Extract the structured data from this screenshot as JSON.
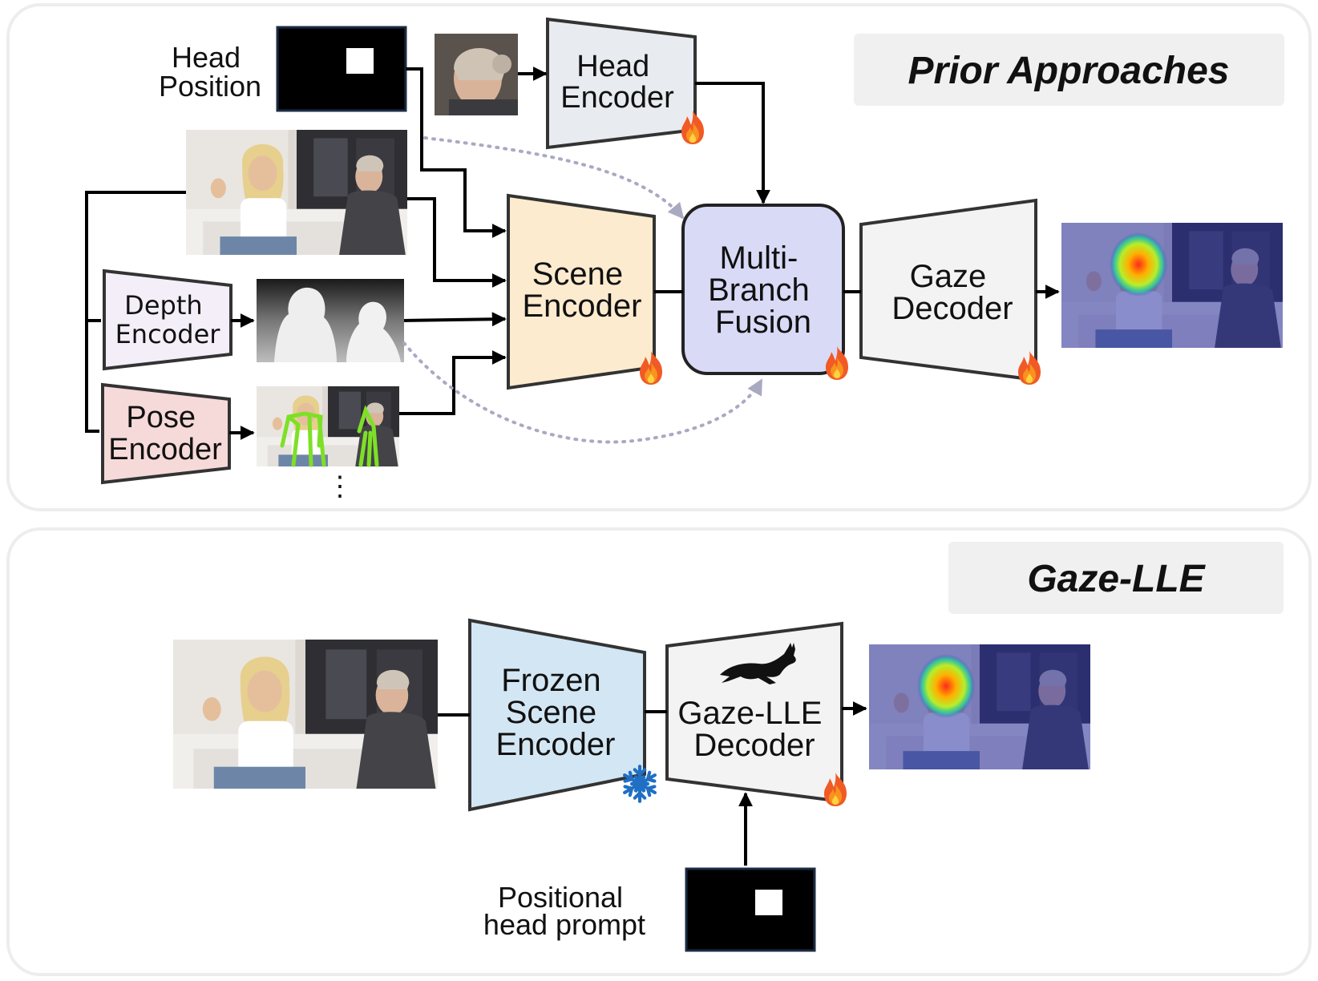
{
  "prior_approaches": {
    "title": "Prior Approaches",
    "head_position_label": [
      "Head",
      "Position"
    ],
    "head_encoder_label": [
      "Head",
      "Encoder"
    ],
    "scene_encoder_label": [
      "Scene",
      "Encoder"
    ],
    "fusion_label": [
      "Multi-",
      "Branch",
      "Fusion"
    ],
    "gaze_decoder_label": [
      "Gaze",
      "Decoder"
    ],
    "depth_encoder_label": [
      "Depth",
      "Encoder"
    ],
    "pose_encoder_label": [
      "Pose",
      "Encoder"
    ],
    "more_inputs": "⋮"
  },
  "gaze_lle": {
    "title": "Gaze-LLE",
    "frozen_encoder_label": [
      "Frozen",
      "Scene",
      "Encoder"
    ],
    "decoder_label": [
      "Gaze-LLE",
      "Decoder"
    ],
    "prompt_label": [
      "Positional",
      "head prompt"
    ]
  },
  "icons": {
    "trainable": "fire-icon",
    "frozen": "snowflake-icon",
    "efficient": "gazelle-icon"
  },
  "colors": {
    "head_encoder": "#e8ebef",
    "scene_encoder": "#fcebcf",
    "fusion": "#d8daf6",
    "gaze_decoder": "#f3f3f3",
    "depth_encoder": "#f3eef8",
    "pose_encoder": "#f6d9d9",
    "frozen_encoder": "#d3e6f3",
    "title_box": "#f0f0f0",
    "skeleton": "#7ee026",
    "snowflake": "#1f6fc4"
  }
}
